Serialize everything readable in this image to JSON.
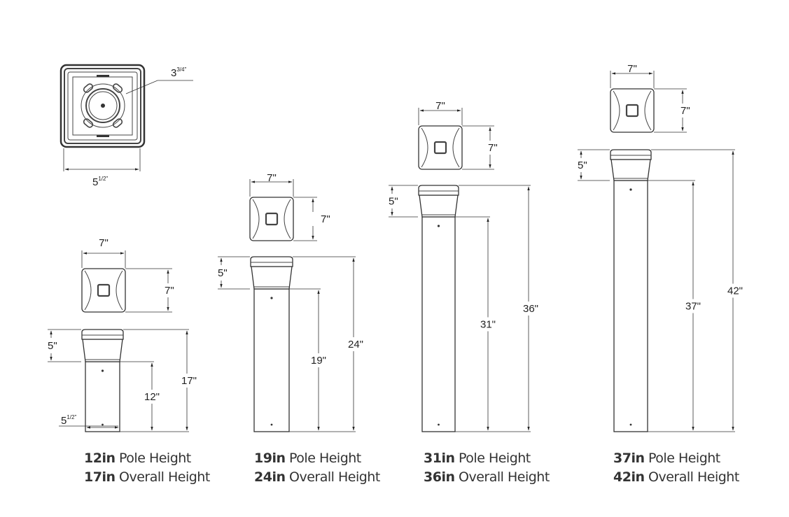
{
  "plan_view": {
    "inner_dim": "3",
    "inner_dim_fraction": "3/4\"",
    "outer_dim": "5",
    "outer_dim_fraction": "1/2\""
  },
  "bollards": [
    {
      "head_width": "7\"",
      "head_depth": "7\"",
      "collar": "5\"",
      "pole_dim": "12\"",
      "overall_dim": "17\"",
      "base_dim": "5",
      "base_dim_fraction": "1/2\"",
      "pole_height_value": "12in",
      "pole_height_label": "Pole Height",
      "overall_height_value": "17in",
      "overall_height_label": "Overall Height"
    },
    {
      "head_width": "7\"",
      "head_depth": "7\"",
      "collar": "5\"",
      "pole_dim": "19\"",
      "overall_dim": "24\"",
      "pole_height_value": "19in",
      "pole_height_label": "Pole Height",
      "overall_height_value": "24in",
      "overall_height_label": "Overall Height"
    },
    {
      "head_width": "7\"",
      "head_depth": "7\"",
      "collar": "5\"",
      "pole_dim": "31\"",
      "overall_dim": "36\"",
      "pole_height_value": "31in",
      "pole_height_label": "Pole Height",
      "overall_height_value": "36in",
      "overall_height_label": "Overall Height"
    },
    {
      "head_width": "7\"",
      "head_depth": "7\"",
      "collar": "5\"",
      "pole_dim": "37\"",
      "overall_dim": "42\"",
      "pole_height_value": "37in",
      "pole_height_label": "Pole Height",
      "overall_height_value": "42in",
      "overall_height_label": "Overall Height"
    }
  ]
}
